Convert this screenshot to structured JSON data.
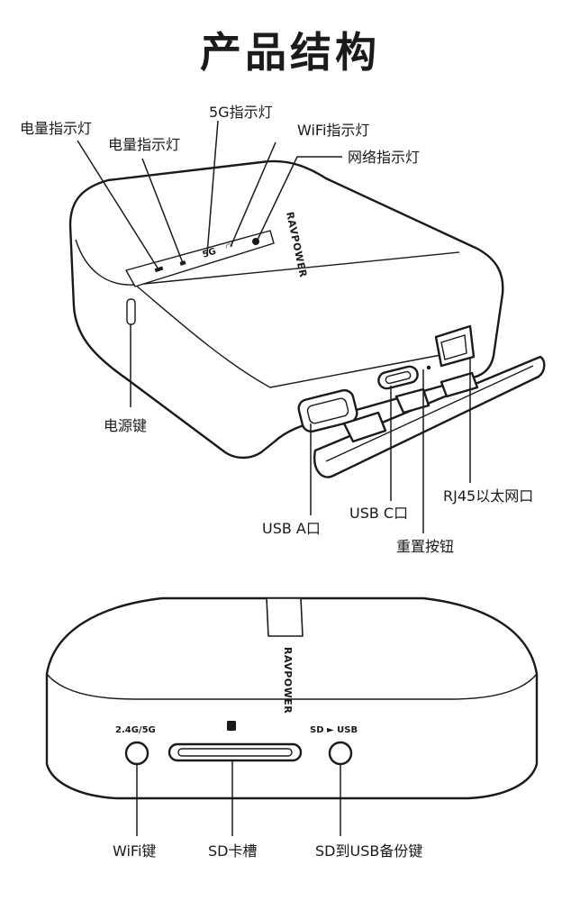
{
  "title": "产品结构",
  "brand": "RAVPOWER",
  "top_view": {
    "labels": {
      "battery_led_1": "电量指示灯",
      "battery_led_2": "电量指示灯",
      "led_5g": "5G指示灯",
      "led_wifi": "WiFi指示灯",
      "led_network": "网络指示灯",
      "power_key": "电源键",
      "usb_a": "USB A口",
      "usb_c": "USB C口",
      "rj45": "RJ45以太网口",
      "reset": "重置按钮"
    }
  },
  "bottom_view": {
    "buttons_text": {
      "band": "2.4G/5G",
      "sd_usb": "SD ► USB",
      "sd_icon": "SD"
    },
    "labels": {
      "wifi_key": "WiFi键",
      "sd_slot": "SD卡槽",
      "backup_key": "SD到USB备份键"
    }
  }
}
